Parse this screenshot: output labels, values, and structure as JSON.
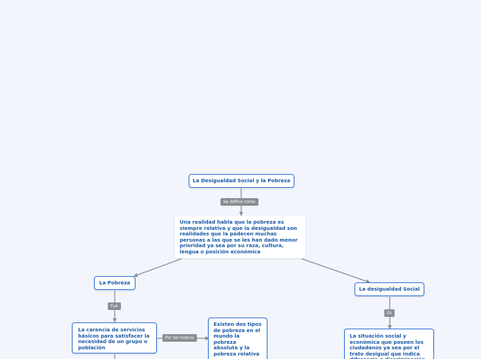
{
  "mindmap": {
    "root": "La Desigualdad Social y la Pobreza",
    "definition": "Una realidad habla que la pobreza es siempre relativa y que la desigualdad son realidades que la padecen muchas personas a las que se les han dado menor prioridad ya sea por su raza, cultura, lengua o posición económica",
    "pobreza": "La Pobreza",
    "desigualdad": "La desigualdad Social",
    "carencia": "La carencia de servicios básicos para satisfacer la necesidad de un grupo o población",
    "tipos": "Existen dos tipos de pobreza en el mundo la pobreza absoluta y la pobreza relativa",
    "situacion": "La situación social y económica que poseen los ciudadanos ya sea por el trato desigual que indica diferencia o discriminación"
  },
  "links": {
    "se_define_como": "Se define como",
    "fue": "Fue",
    "por_tal_motivo": "Por tal  motivo",
    "es": "Es"
  },
  "colors": {
    "background": "#f3f5fd",
    "node_border": "#2b6fd6",
    "node_text": "#1a5aa8",
    "connector": "#8a8d93",
    "label_bg": "#8a8d93",
    "label_text": "#ffffff"
  }
}
